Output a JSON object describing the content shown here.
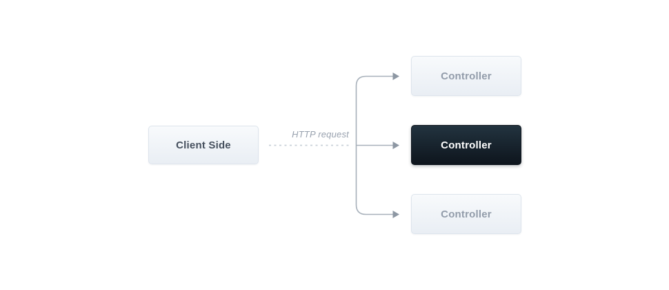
{
  "edge": {
    "label": "HTTP request"
  },
  "nodes": {
    "client": {
      "label": "Client Side"
    },
    "controllers": [
      {
        "label": "Controller",
        "state": "default"
      },
      {
        "label": "Controller",
        "state": "active"
      },
      {
        "label": "Controller",
        "state": "default"
      }
    ]
  },
  "colors": {
    "canvas-bg": "#ffffff",
    "node-light-top": "#f8fafc",
    "node-light-bottom": "#e9eef4",
    "node-light-border": "#dde4ec",
    "node-light-text": "#929caa",
    "node-dark-top": "#22333f",
    "node-dark-bottom": "#0e151d",
    "node-dark-text": "#ffffff",
    "client-text": "#454f5d",
    "connector-line": "#a7b0ba",
    "arrowhead": "#8d97a3",
    "dashed-line": "#c8cfd7",
    "edge-label-text": "#98a1ae"
  }
}
